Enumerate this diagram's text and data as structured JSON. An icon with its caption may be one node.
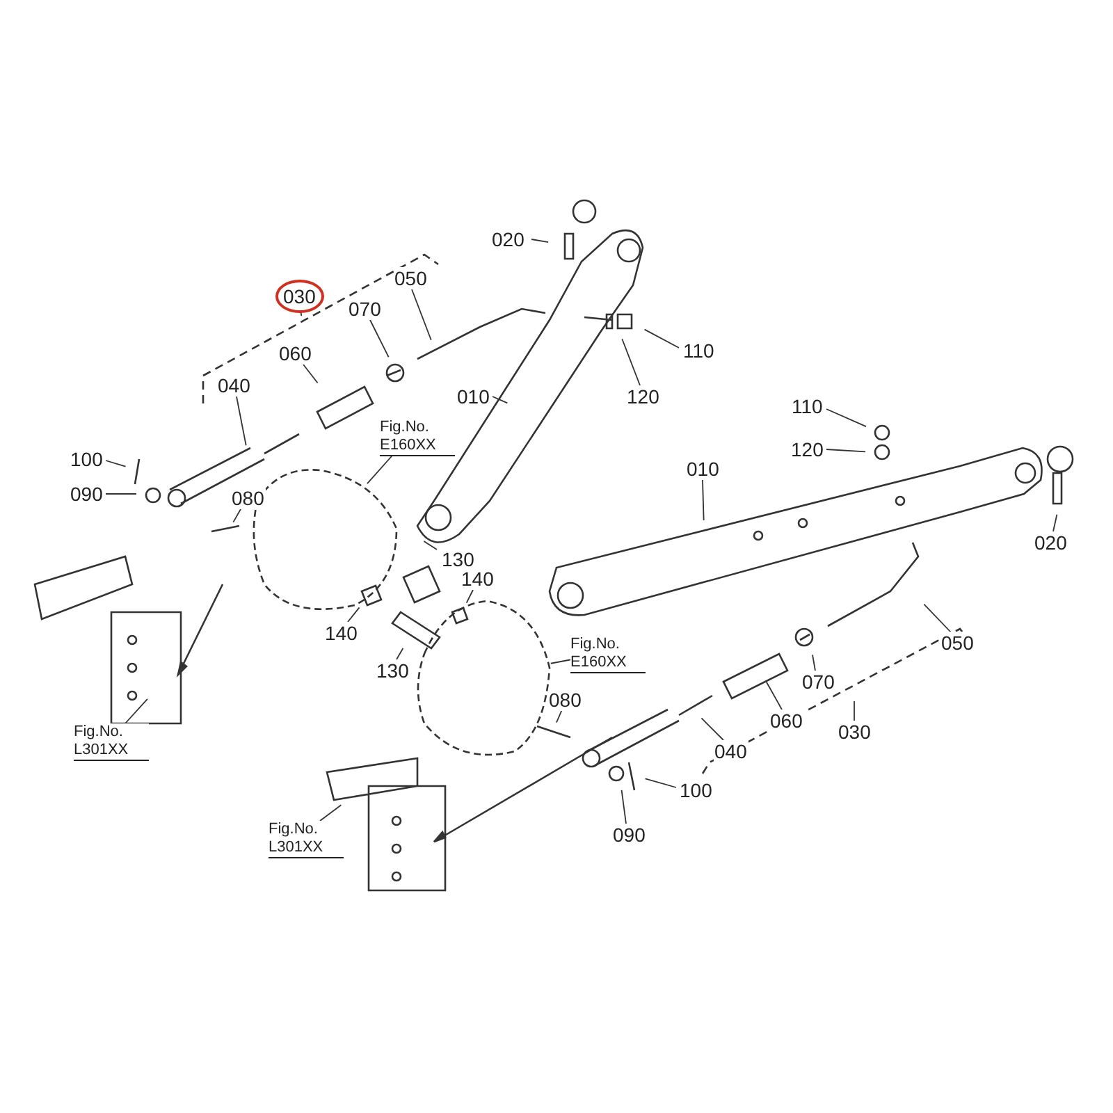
{
  "diagram": {
    "nodes": [
      {
        "text": [
          "020"
        ]
      },
      {
        "text": [
          "030"
        ]
      },
      {
        "text": [
          "050"
        ]
      },
      {
        "text": [
          "070"
        ]
      },
      {
        "text": [
          "060"
        ]
      },
      {
        "text": [
          "110"
        ]
      },
      {
        "text": [
          "040"
        ]
      },
      {
        "text": [
          "120"
        ]
      },
      {
        "text": [
          "010"
        ]
      },
      {
        "text": [
          "110"
        ]
      },
      {
        "text": [
          "120"
        ]
      },
      {
        "text": [
          "100"
        ]
      },
      {
        "text": [
          "Fig.No. E160XX"
        ]
      },
      {
        "text": [
          "010"
        ]
      },
      {
        "text": [
          "090"
        ]
      },
      {
        "text": [
          "080"
        ]
      },
      {
        "text": [
          "020"
        ]
      },
      {
        "text": [
          "130"
        ]
      },
      {
        "text": [
          "140"
        ]
      },
      {
        "text": [
          "140"
        ]
      },
      {
        "text": [
          "Fig.No. E160XX"
        ]
      },
      {
        "text": [
          "130"
        ]
      },
      {
        "text": [
          "050"
        ]
      },
      {
        "text": [
          "080"
        ]
      },
      {
        "text": [
          "070"
        ]
      },
      {
        "text": [
          "060"
        ]
      },
      {
        "text": [
          "030"
        ]
      },
      {
        "text": [
          "040"
        ]
      },
      {
        "text": [
          "Fig.No. L301XX"
        ]
      },
      {
        "text": [
          "100"
        ]
      },
      {
        "text": [
          "090"
        ]
      },
      {
        "text": [
          "Fig.No. L301XX"
        ]
      }
    ],
    "edges": [
      {
        "from": 0,
        "to": null,
        "arrow": "none"
      },
      {
        "from": 1,
        "to": null,
        "arrow": "none"
      },
      {
        "from": 2,
        "to": null,
        "arrow": "none"
      },
      {
        "from": 3,
        "to": null,
        "arrow": "none"
      },
      {
        "from": 4,
        "to": null,
        "arrow": "none"
      },
      {
        "from": 5,
        "to": null,
        "arrow": "none"
      },
      {
        "from": 6,
        "to": null,
        "arrow": "none"
      },
      {
        "from": 7,
        "to": null,
        "arrow": "none"
      },
      {
        "from": 8,
        "to": null,
        "arrow": "none"
      },
      {
        "from": 9,
        "to": null,
        "arrow": "none"
      },
      {
        "from": 10,
        "to": null,
        "arrow": "none"
      },
      {
        "from": 11,
        "to": null,
        "arrow": "none"
      },
      {
        "from": 12,
        "to": null,
        "arrow": "none"
      },
      {
        "from": 13,
        "to": null,
        "arrow": "none"
      },
      {
        "from": 14,
        "to": null,
        "arrow": "none"
      },
      {
        "from": 15,
        "to": null,
        "arrow": "none"
      },
      {
        "from": 16,
        "to": null,
        "arrow": "none"
      },
      {
        "from": 17,
        "to": null,
        "arrow": "none"
      },
      {
        "from": 18,
        "to": null,
        "arrow": "none"
      },
      {
        "from": 19,
        "to": null,
        "arrow": "none"
      },
      {
        "from": 20,
        "to": null,
        "arrow": "none"
      },
      {
        "from": 21,
        "to": null,
        "arrow": "none"
      },
      {
        "from": 22,
        "to": null,
        "arrow": "none"
      },
      {
        "from": 23,
        "to": null,
        "arrow": "none"
      },
      {
        "from": 24,
        "to": null,
        "arrow": "none"
      },
      {
        "from": 25,
        "to": null,
        "arrow": "none"
      },
      {
        "from": 26,
        "to": null,
        "arrow": "none"
      },
      {
        "from": 27,
        "to": null,
        "arrow": "none"
      },
      {
        "from": 28,
        "to": null,
        "arrow": "none"
      },
      {
        "from": 29,
        "to": null,
        "arrow": "none"
      },
      {
        "from": 30,
        "to": null,
        "arrow": "none"
      },
      {
        "from": 31,
        "to": null,
        "arrow": "none"
      }
    ]
  }
}
